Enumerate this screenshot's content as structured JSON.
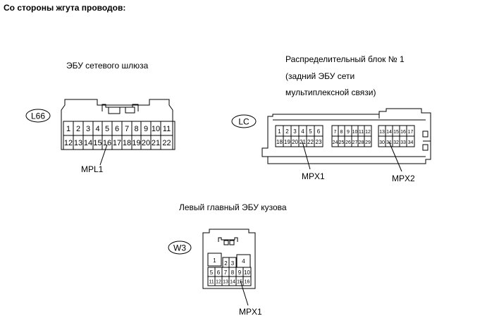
{
  "header": {
    "text": "Со стороны жгута проводов:"
  },
  "connectors": {
    "l66": {
      "title": "ЭБУ сетевого шлюза",
      "code": "L66",
      "row1": [
        "1",
        "2",
        "3",
        "4",
        "5",
        "6",
        "7",
        "8",
        "9",
        "10",
        "11"
      ],
      "row2": [
        "12",
        "13",
        "14",
        "15",
        "16",
        "17",
        "18",
        "19",
        "20",
        "21",
        "22"
      ],
      "pin_label": "MPL1"
    },
    "lc": {
      "title_line1": "Распределительный блок № 1",
      "title_line2": "(задний ЭБУ сети",
      "title_line3": "мультиплексной связи)",
      "code": "LC",
      "group1_row1": [
        "1",
        "2",
        "3",
        "4",
        "5",
        "6"
      ],
      "group1_row2": [
        "18",
        "19",
        "20",
        "21",
        "22",
        "23"
      ],
      "group2_row1": [
        "7",
        "8",
        "9",
        "10",
        "11",
        "12"
      ],
      "group2_row2": [
        "24",
        "25",
        "26",
        "27",
        "28",
        "29"
      ],
      "group3_row1": [
        "13",
        "14",
        "15",
        "16",
        "17"
      ],
      "group3_row2": [
        "30",
        "31",
        "32",
        "33",
        "34"
      ],
      "pin_label_1": "MPX1",
      "pin_label_2": "MPX2"
    },
    "w3": {
      "title": "Левый главный ЭБУ кузова",
      "code": "W3",
      "top_row": [
        "1",
        "2",
        "3",
        "4"
      ],
      "row2": [
        "5",
        "6",
        "7",
        "8",
        "9",
        "10"
      ],
      "row3": [
        "11",
        "12",
        "13",
        "14",
        "15",
        "16"
      ],
      "pin_label": "MPX1"
    }
  }
}
